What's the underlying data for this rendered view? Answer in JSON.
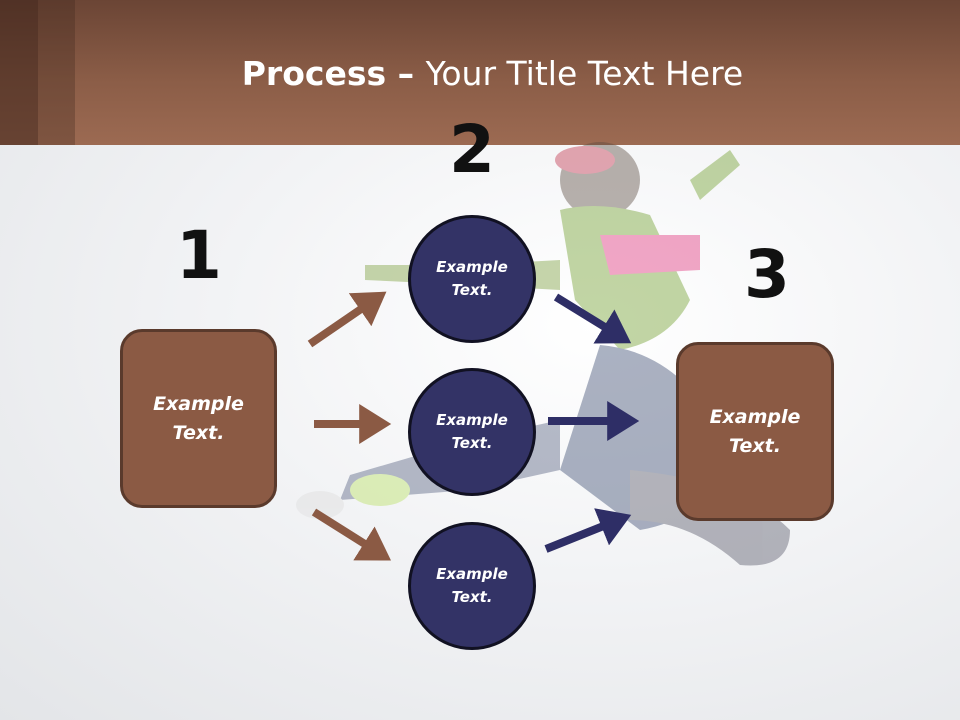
{
  "title": {
    "bold": "Process",
    "dash": " – ",
    "rest": "Your Title Text Here"
  },
  "steps": {
    "one": {
      "number": "1",
      "label": "Example Text."
    },
    "two": {
      "number": "2",
      "items": [
        "Example Text.",
        "Example Text.",
        "Example Text."
      ]
    },
    "three": {
      "number": "3",
      "label": "Example Text."
    }
  },
  "colors": {
    "header": "#8b5d47",
    "box_fill": "#8b5a44",
    "box_border": "#5a3a2c",
    "circle_fill": "#333366",
    "arrow_brown": "#8b5a44",
    "arrow_navy": "#2e2e66"
  },
  "background_image": "faded-dancer-photo"
}
